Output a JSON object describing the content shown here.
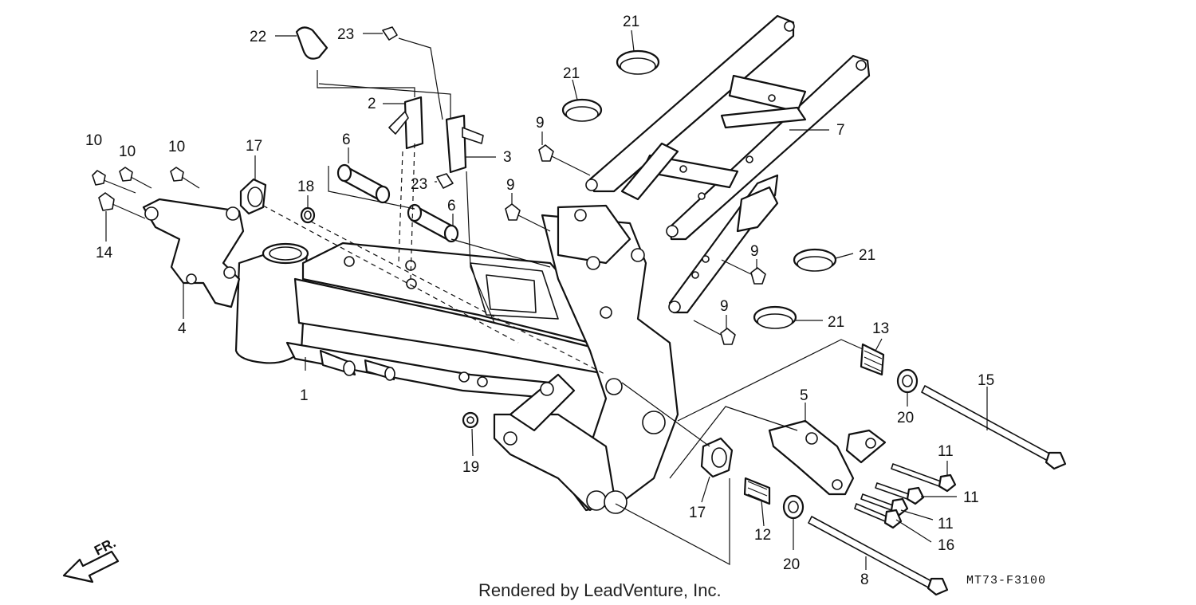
{
  "callouts": {
    "c1": "1",
    "c2": "2",
    "c3": "3",
    "c4": "4",
    "c5": "5",
    "c6a": "6",
    "c6b": "6",
    "c7": "7",
    "c8": "8",
    "c9a": "9",
    "c9b": "9",
    "c9c": "9",
    "c9d": "9",
    "c10a": "10",
    "c10b": "10",
    "c10c": "10",
    "c11a": "11",
    "c11b": "11",
    "c11c": "11",
    "c12": "12",
    "c13": "13",
    "c14": "14",
    "c15": "15",
    "c16": "16",
    "c17a": "17",
    "c17b": "17",
    "c18": "18",
    "c19": "19",
    "c20a": "20",
    "c20b": "20",
    "c21a": "21",
    "c21b": "21",
    "c21c": "21",
    "c21d": "21",
    "c22": "22",
    "c23a": "23",
    "c23b": "23"
  },
  "footer": {
    "credit": "Rendered by LeadVenture, Inc.",
    "diagram_code": "MT73-F3100",
    "front_indicator": "FR."
  }
}
